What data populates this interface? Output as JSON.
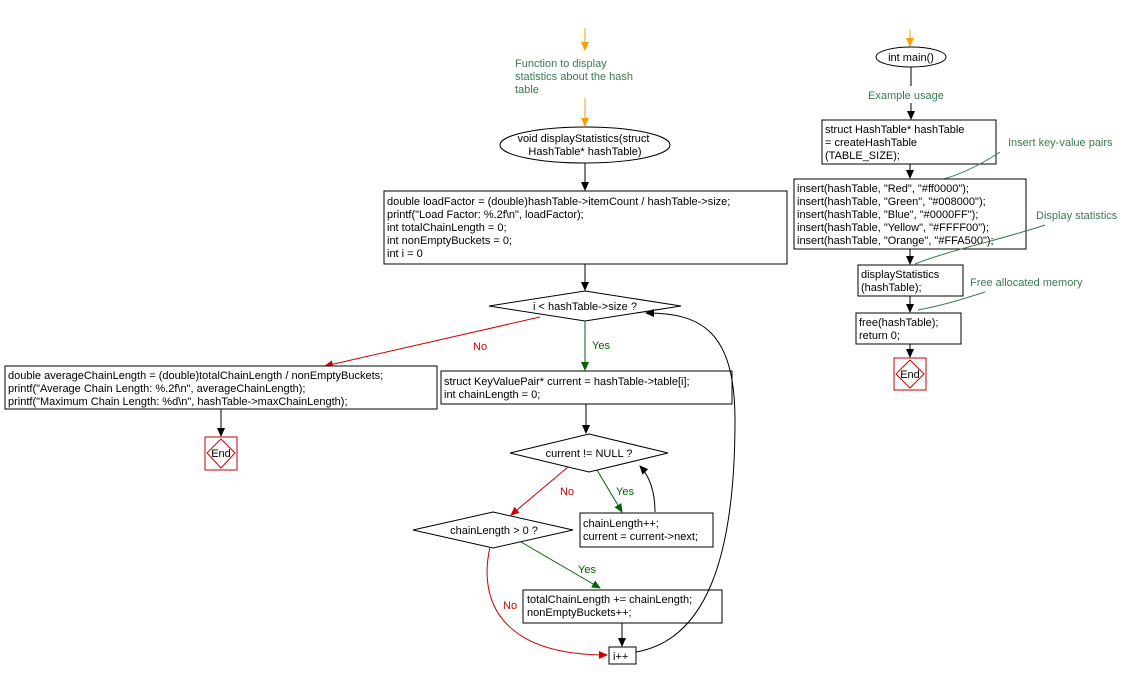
{
  "colors": {
    "edge_default": "#000000",
    "edge_no": "#cc0000",
    "edge_yes": "#006400",
    "comment_link": "#3a7a52",
    "start_arrow": "#f5a000",
    "end_shape": "#cc0000",
    "comment_text": "#3a7a52"
  },
  "left_flow": {
    "comment": [
      "Function to display",
      "statistics about the hash",
      "table"
    ],
    "start": [
      "void displayStatistics(struct",
      "HashTable* hashTable)"
    ],
    "init_block": [
      "double loadFactor = (double)hashTable->itemCount / hashTable->size;",
      "printf(\"Load Factor: %.2f\\n\", loadFactor);",
      "int totalChainLength = 0;",
      "int nonEmptyBuckets = 0;",
      "int i = 0"
    ],
    "loop_condition": "i < hashTable->size ?",
    "no_label": "No",
    "yes_label": "Yes",
    "average_block": [
      "double averageChainLength = (double)totalChainLength / nonEmptyBuckets;",
      "printf(\"Average Chain Length: %.2f\\n\", averageChainLength);",
      "printf(\"Maximum Chain Length: %d\\n\", hashTable->maxChainLength);"
    ],
    "end_label": "End",
    "current_block": [
      "struct KeyValuePair* current = hashTable->table[i];",
      "int chainLength = 0;"
    ],
    "inner_condition": "current != NULL ?",
    "inner_no_label": "No",
    "inner_yes_label": "Yes",
    "next_block": [
      "chainLength++;",
      "current = current->next;"
    ],
    "chain_condition": "chainLength > 0 ?",
    "chain_yes_label": "Yes",
    "chain_no_label": "No",
    "total_block": [
      "totalChainLength += chainLength;",
      "nonEmptyBuckets++;"
    ],
    "increment": "i++"
  },
  "right_flow": {
    "start": "int main()",
    "comment_example": "Example usage",
    "create_block": [
      "struct HashTable* hashTable",
      "= createHashTable",
      "(TABLE_SIZE);"
    ],
    "comment_insert": "Insert key-value pairs",
    "insert_block": [
      "insert(hashTable, \"Red\", \"#ff0000\");",
      "insert(hashTable, \"Green\", \"#008000\");",
      "insert(hashTable, \"Blue\", \"#0000FF\");",
      "insert(hashTable, \"Yellow\", \"#FFFF00\");",
      "insert(hashTable, \"Orange\", \"#FFA500\");"
    ],
    "comment_display": "Display statistics",
    "display_block": [
      "displayStatistics",
      "(hashTable);"
    ],
    "comment_free": "Free allocated memory",
    "free_block": [
      "free(hashTable);",
      "return 0;"
    ],
    "end_label": "End"
  }
}
